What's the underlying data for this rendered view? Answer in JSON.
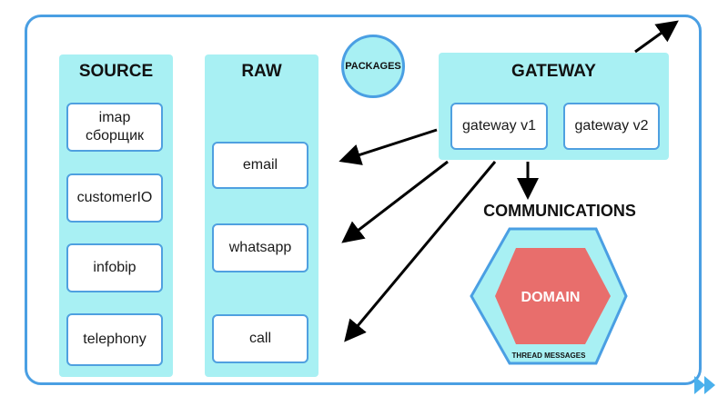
{
  "source": {
    "title": "SOURCE",
    "items": [
      "imap\nсборщик",
      "customerIO",
      "infobip",
      "telephony"
    ]
  },
  "raw": {
    "title": "RAW",
    "items": [
      "email",
      "whatsapp",
      "call"
    ]
  },
  "packages": {
    "label": "PACKAGES"
  },
  "gateway": {
    "title": "GATEWAY",
    "items": [
      "gateway v1",
      "gateway v2"
    ]
  },
  "communications": {
    "title": "COMMUNICATIONS"
  },
  "domain": {
    "label": "DOMAIN",
    "ring_label": "THREAD MESSAGES"
  },
  "colors": {
    "panel": "#a8f0f3",
    "border": "#4a9fe3",
    "domain": "#e86e6c",
    "arrow": "#000000"
  }
}
